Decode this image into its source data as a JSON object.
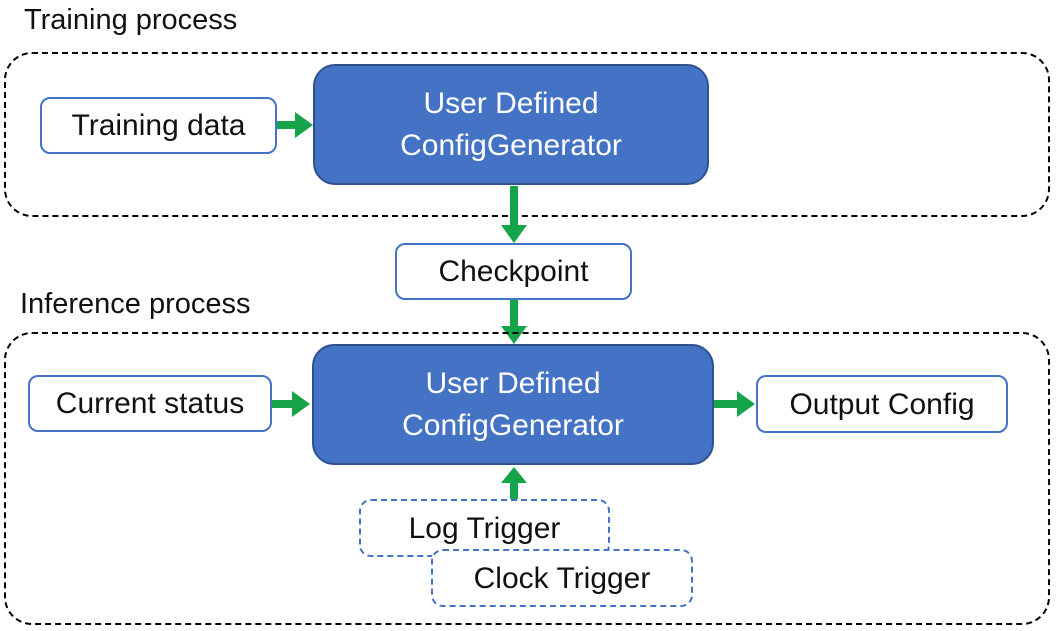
{
  "training": {
    "label": "Training process",
    "training_data": "Training data",
    "generator": {
      "line1": "User Defined",
      "line2": "ConfigGenerator"
    }
  },
  "checkpoint": "Checkpoint",
  "inference": {
    "label": "Inference process",
    "current_status": "Current status",
    "generator": {
      "line1": "User Defined",
      "line2": "ConfigGenerator"
    },
    "output_config": "Output Config",
    "log_trigger": "Log Trigger",
    "clock_trigger": "Clock Trigger"
  },
  "colors": {
    "node_fill_blue": "#4472C4",
    "node_border_dark_blue": "#2F528F",
    "outline_blue": "#4472C4",
    "arrow_green": "#16A44A",
    "container_dash_black": "#000000",
    "text_dark": "#111111",
    "text_on_blue": "#FFFFFF"
  }
}
